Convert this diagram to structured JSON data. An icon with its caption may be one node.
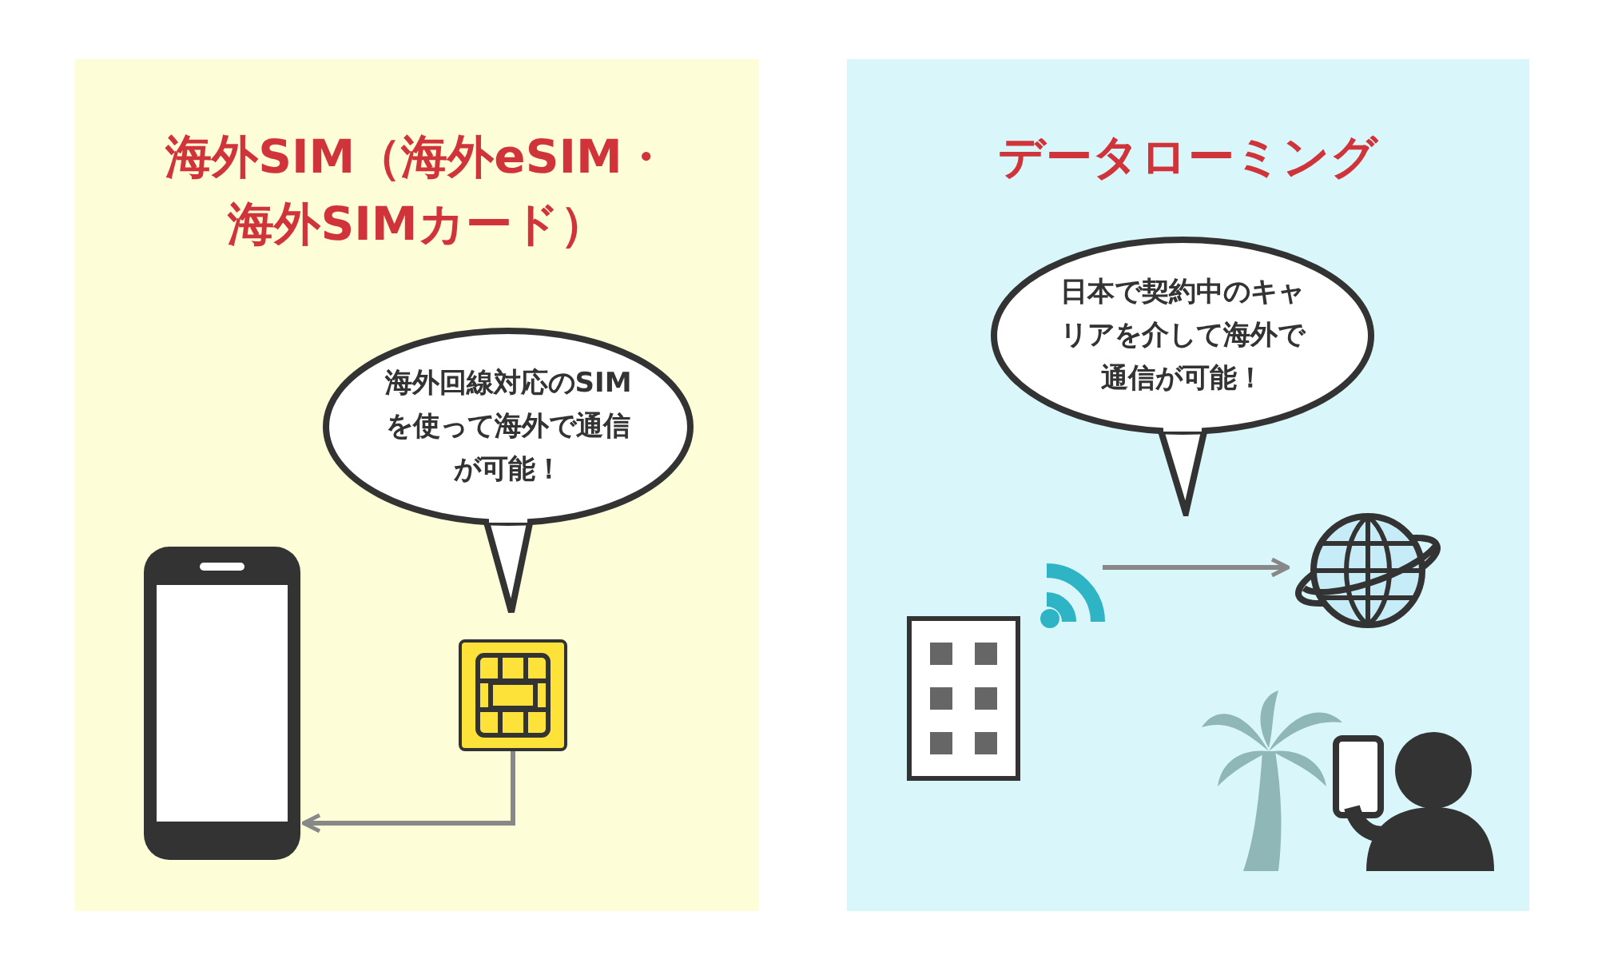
{
  "diagram": {
    "nodes": [
      {
        "text": [
          "海外SIM（海外eSIM・海外SIMカード）"
        ]
      },
      {
        "text": [
          "海外回線対応のSIMを使って海外で通信が可能！"
        ],
        "in": 0
      },
      {
        "text": [],
        "shape": "picture",
        "in": 0
      },
      {
        "text": [],
        "shape": "picture",
        "in": 0
      },
      {
        "text": [
          "データローミング"
        ]
      },
      {
        "text": [
          "日本で契約中のキャリアを介して海外で通信が可能！"
        ],
        "in": 4
      },
      {
        "text": [],
        "shape": "picture",
        "in": 4
      },
      {
        "text": [],
        "shape": "picture",
        "in": 4
      }
    ],
    "edges": [
      {
        "from": 3,
        "to": 2,
        "arrow": "to"
      },
      {
        "from": 6,
        "to": 7,
        "arrow": "to"
      }
    ]
  }
}
